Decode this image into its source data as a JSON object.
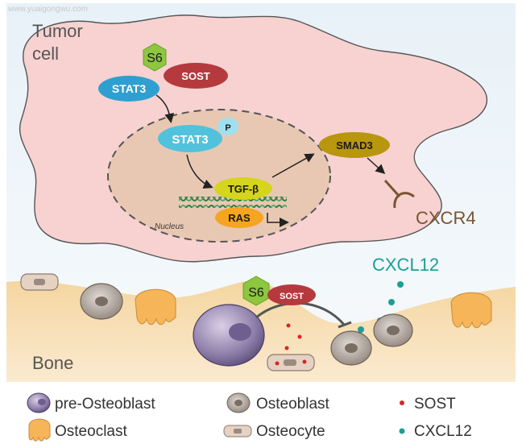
{
  "watermark": "www.yuaigongwu.com",
  "labels": {
    "tumor_cell_line1": "Tumor",
    "tumor_cell_line2": "cell",
    "nucleus": "Nucleus",
    "bone": "Bone",
    "cxcr4": "CXCR4",
    "cxcl12": "CXCL12"
  },
  "molecules": {
    "s6_top": "S6",
    "sost_top": "SOST",
    "stat3_top": "STAT3",
    "stat3_nuclear": "STAT3",
    "phospho": "P",
    "smad3": "SMAD3",
    "tgfb": "TGF-β",
    "ras": "RAS",
    "s6_bone": "S6",
    "sost_bone": "SOST"
  },
  "legend": {
    "pre_osteoblast": "pre-Osteoblast",
    "osteoclast": "Osteoclast",
    "osteoblast": "Osteoblast",
    "osteocyte": "Osteocyte",
    "sost": "SOST",
    "cxcl12": "CXCL12"
  },
  "colors": {
    "tumor_fill": "#f7d2d1",
    "nucleus_fill": "#e9c8b3",
    "stat3": "#2f9fd0",
    "stat3_nuclear": "#52c2dc",
    "sost": "#b53a3e",
    "s6": "#8dc63f",
    "smad3": "#b8960e",
    "tgfb": "#d4d51c",
    "ras": "#f5a51f",
    "bone": "#f6dcae",
    "cxcl12": "#1a9f97",
    "sost_dot": "#d62728",
    "cxcr4": "#7b5430"
  }
}
